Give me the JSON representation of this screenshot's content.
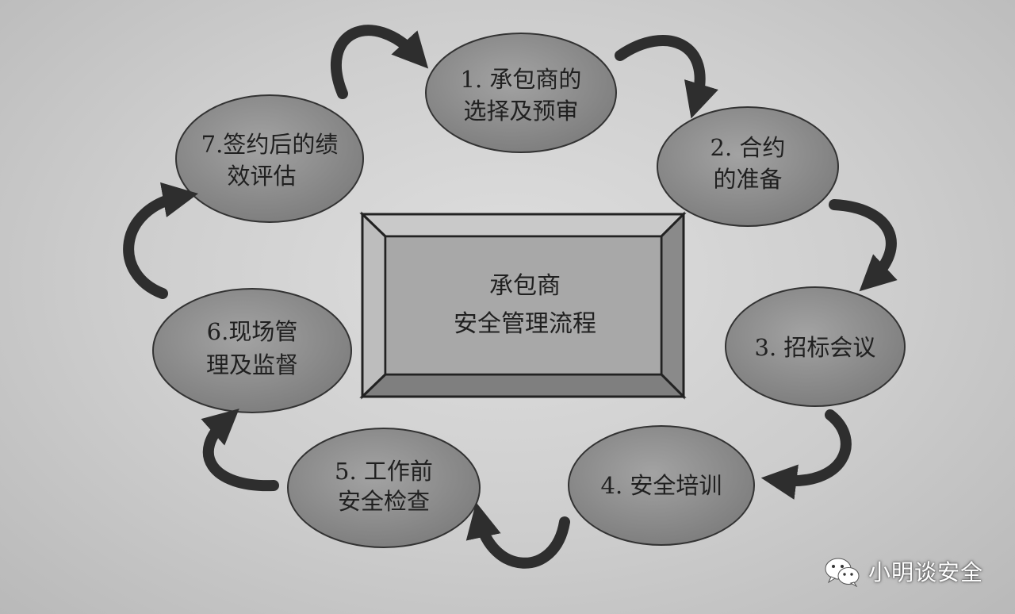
{
  "center": {
    "line1": "承包商",
    "line2": "安全管理流程"
  },
  "steps": [
    {
      "line1": "1. 承包商的",
      "line2": "选择及预审"
    },
    {
      "line1": "2. 合约",
      "line2": "的准备"
    },
    {
      "line1": "3. 招标会议",
      "line2": ""
    },
    {
      "line1": "4. 安全培训",
      "line2": ""
    },
    {
      "line1": "5. 工作前",
      "line2": "安全检查"
    },
    {
      "line1": "6.现场管",
      "line2": "理及监督"
    },
    {
      "line1": "7.签约后的绩",
      "line2": "效评估"
    }
  ],
  "watermark": {
    "text": "小明谈安全",
    "icon": "wechat-icon"
  },
  "colors": {
    "node_fill": "#8c8c8c",
    "node_stroke": "#333333",
    "arrow": "#2e2e2e",
    "center_fill": "#a6a6a6"
  }
}
